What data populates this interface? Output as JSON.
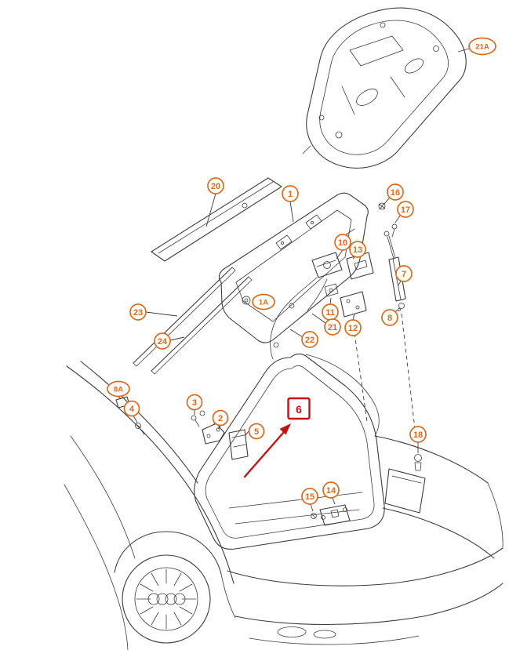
{
  "colors": {
    "callout_accent": "#DC6B1E",
    "highlight": "#C41212",
    "line": "#3C3C3C",
    "background": "#FFFFFF"
  },
  "callouts": [
    {
      "label": "21A"
    },
    {
      "label": "20"
    },
    {
      "label": "1"
    },
    {
      "label": "16"
    },
    {
      "label": "17"
    },
    {
      "label": "10"
    },
    {
      "label": "13"
    },
    {
      "label": "7"
    },
    {
      "label": "1A"
    },
    {
      "label": "11"
    },
    {
      "label": "21"
    },
    {
      "label": "22"
    },
    {
      "label": "12"
    },
    {
      "label": "8"
    },
    {
      "label": "23"
    },
    {
      "label": "24"
    },
    {
      "label": "8A"
    },
    {
      "label": "4"
    },
    {
      "label": "3"
    },
    {
      "label": "2"
    },
    {
      "label": "5"
    },
    {
      "label": "18"
    },
    {
      "label": "15"
    },
    {
      "label": "14"
    }
  ],
  "highlighted_callout": {
    "label": "6"
  }
}
